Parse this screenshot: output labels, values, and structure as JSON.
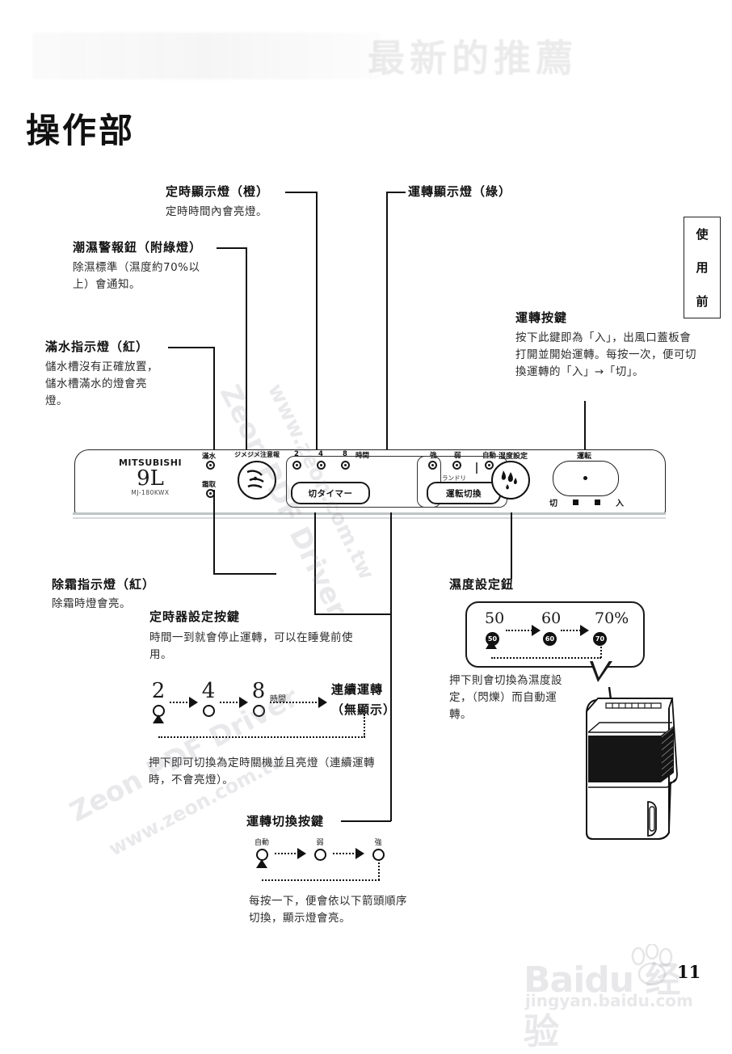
{
  "page": {
    "title": "操作部",
    "page_number": "11",
    "side_tab": [
      "使",
      "用",
      "前"
    ],
    "top_watermark_text": "最新的推薦"
  },
  "annotations": {
    "timer_lamp": {
      "heading": "定時顯示燈（橙）",
      "body": "定時時間內會亮燈。"
    },
    "damp_alarm": {
      "heading": "潮濕警報鈕（附綠燈）",
      "body": "除濕標準（濕度約70%以上）會通知。"
    },
    "full_water": {
      "heading": "滿水指示燈（紅）",
      "body": "儲水槽沒有正確放置，儲水槽滿水的燈會亮燈。"
    },
    "operation_lamp": {
      "heading": "運轉顯示燈（綠）",
      "body": ""
    },
    "operation_button": {
      "heading": "運轉按鍵",
      "body": "按下此鍵即為「入」，出風口蓋板會打開並開始運轉。每按一次，便可切換運轉的「入」→「切」。"
    },
    "defrost_lamp": {
      "heading": "除霜指示燈（紅）",
      "body": "除霜時燈會亮。"
    },
    "timer_button": {
      "heading": "定時器設定按鍵",
      "body": "時間一到就會停止運轉，可以在睡覺前使用。",
      "footer": "押下即可切換為定時關機並且亮燈（連續運轉時，不會亮燈）。"
    },
    "mode_button": {
      "heading": "運轉切換按鍵",
      "footer": "每按一下，便會依以下箭頭順序切換，顯示燈會亮。"
    },
    "humidity_knob": {
      "heading": "濕度設定鈕",
      "body": "押下則會切換為濕度設定，（閃爍）而自動運轉。"
    }
  },
  "timer_sequence": {
    "steps": [
      "2",
      "4",
      "8"
    ],
    "unit": "時間",
    "final_label_line1": "連續運轉",
    "final_label_line2": "（無顯示）"
  },
  "mode_sequence": {
    "steps": [
      "自動",
      "弱",
      "強"
    ]
  },
  "humidity_sequence": {
    "labels": [
      "50",
      "60",
      "70%"
    ],
    "dots": [
      "50",
      "60",
      "70"
    ]
  },
  "control_panel": {
    "brand": "MITSUBISHI",
    "capacity": "9L",
    "model": "MJ-180KWX",
    "lamps_left": [
      {
        "label": "滿水"
      },
      {
        "label": "霜取"
      }
    ],
    "damp_knob_label": "ジメジメ注意報",
    "timer_lamps": [
      {
        "label": "2"
      },
      {
        "label": "4"
      },
      {
        "label": "8"
      },
      {
        "label": "時間"
      }
    ],
    "mode_lamps": [
      {
        "label": "強"
      },
      {
        "label": "弱"
      },
      {
        "label": "自動"
      }
    ],
    "laundry_label": "ランドリ",
    "timer_button_label": "切タイマー",
    "mode_button_label": "運転切換",
    "humidity_label": "湿度設定",
    "run_label": "運転",
    "run_off": "切",
    "run_on": "入"
  },
  "watermarks": {
    "driver_line1": "Zeon PDF Driver",
    "driver_line2": "www.zeon.com.tw",
    "baidu": "Baidu 经验",
    "baidu_sub": "jingyan.baidu.com"
  },
  "colors": {
    "ink": "#1a1a1a",
    "panel_base": "#bfc4c4",
    "watermark": "rgba(120,120,130,0.16)"
  }
}
